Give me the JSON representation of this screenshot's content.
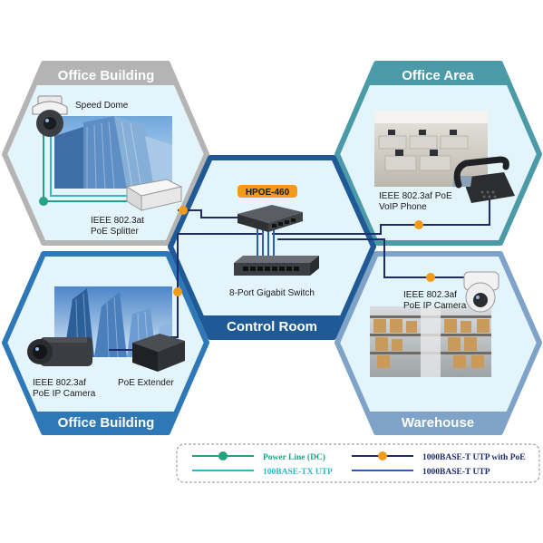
{
  "zones": {
    "office_building_top": {
      "title": "Office Building"
    },
    "office_area": {
      "title": "Office Area"
    },
    "control_room": {
      "title": "Control Room",
      "model": "HPOE-460"
    },
    "office_building_bottom": {
      "title": "Office Building"
    },
    "warehouse": {
      "title": "Warehouse"
    }
  },
  "devices": {
    "speed_dome": "Speed Dome",
    "poe_splitter": [
      "IEEE 802.3at",
      "PoE Splitter"
    ],
    "voip_phone": [
      "IEEE 802.3af PoE",
      "VoIP Phone"
    ],
    "switch": "8-Port Gigabit Switch",
    "poe_camera_right": [
      "IEEE 802.3af",
      "PoE IP Camera"
    ],
    "poe_camera_left": [
      "IEEE 802.3af",
      "PoE IP Camera"
    ],
    "poe_extender": "PoE Extender"
  },
  "legend": {
    "power_line": "Power Line (DC)",
    "tx_utp": "100BASE-TX UTP",
    "utp_poe": "1000BASE-T UTP with PoE",
    "utp": "1000BASE-T UTP"
  },
  "colors": {
    "gray_frame": "#b4b4b4",
    "teal_frame": "#4b9aa8",
    "blue_frame": "#2f78b8",
    "navy_frame": "#1f5a96",
    "light_frame": "#7ea2c8",
    "power_line": "#22a384",
    "tx_line": "#2fb7c4",
    "poe_line": "#1e2c6e",
    "utp_line": "#2c5db3",
    "badge_orange": "#f39a1b"
  }
}
